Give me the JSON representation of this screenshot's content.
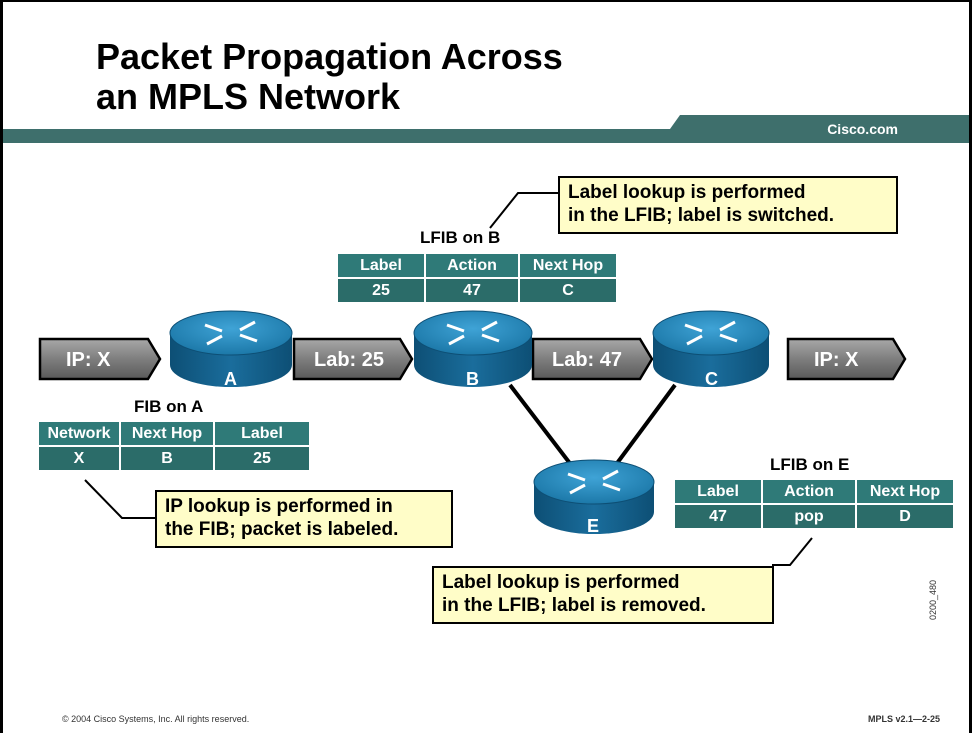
{
  "slide": {
    "title_line1": "Packet Propagation Across",
    "title_line2": "an MPLS Network",
    "brand": "Cisco.com",
    "copyright": "© 2004 Cisco Systems, Inc. All rights reserved.",
    "course": "MPLS v2.1—2-25",
    "side_code": "0200_480"
  },
  "packets": {
    "left": "IP: X",
    "a_to_b": "Lab: 25",
    "b_to_c": "Lab: 47",
    "right": "IP: X"
  },
  "routers": {
    "a": "A",
    "b": "B",
    "c": "C",
    "e": "E"
  },
  "fib_a": {
    "caption": "FIB on A",
    "headers": [
      "Network",
      "Next Hop",
      "Label"
    ],
    "row": [
      "X",
      "B",
      "25"
    ]
  },
  "lfib_b": {
    "caption": "LFIB on B",
    "headers": [
      "Label",
      "Action",
      "Next Hop"
    ],
    "row": [
      "25",
      "47",
      "C"
    ]
  },
  "lfib_e": {
    "caption": "LFIB on E",
    "headers": [
      "Label",
      "Action",
      "Next Hop"
    ],
    "row": [
      "47",
      "pop",
      "D"
    ]
  },
  "callouts": {
    "switched_line1": "Label lookup is performed",
    "switched_line2": "in the LFIB; label is switched.",
    "labeled_line1": "IP lookup is performed in",
    "labeled_line2": "the FIB; packet is labeled.",
    "removed_line1": "Label lookup is performed",
    "removed_line2": "in the LFIB; label is removed."
  },
  "colors": {
    "header_bar": "#3e6f6c",
    "table_header": "#2f7a78",
    "table_cell": "#2b6c69",
    "router_top": "#1f7fb0",
    "callout_fill": "#fffdc8",
    "packet_fill": "#8a8a8a"
  }
}
